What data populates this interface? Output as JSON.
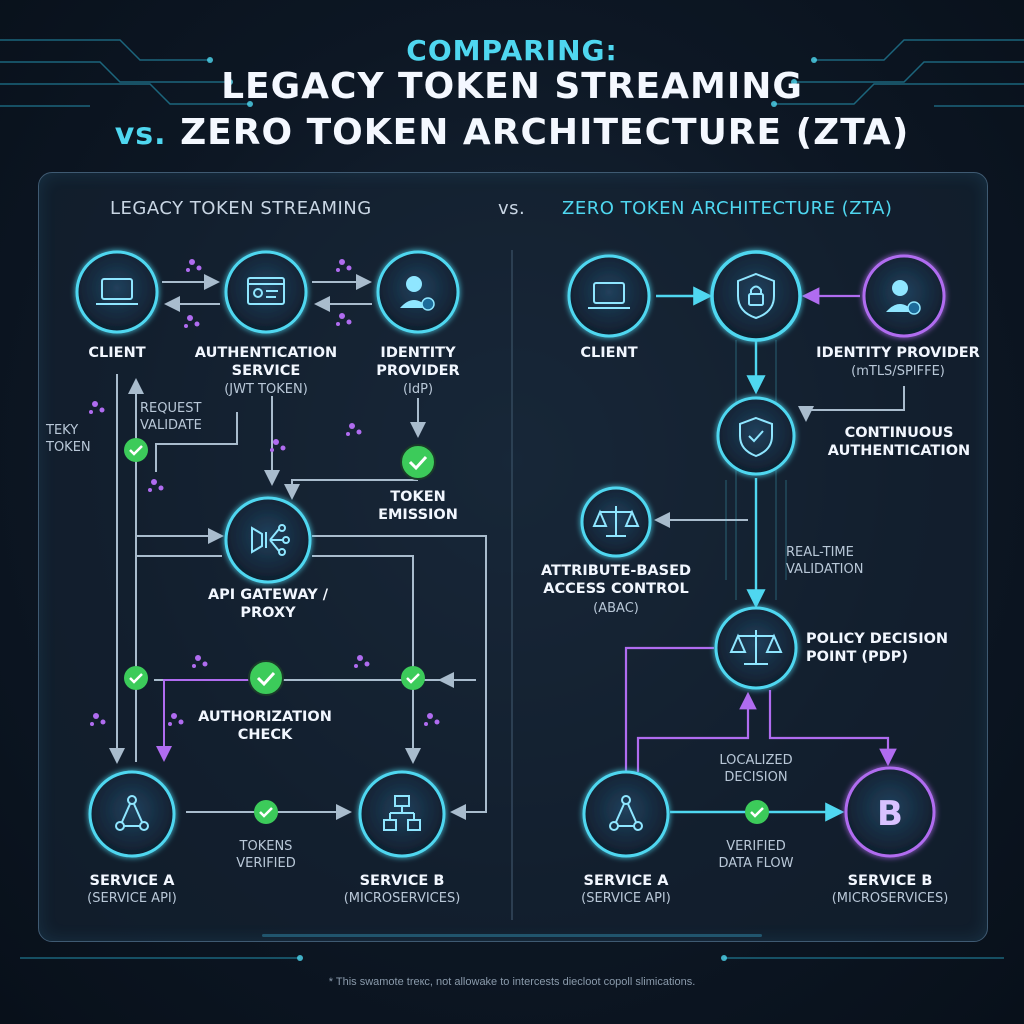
{
  "header": {
    "kicker": "COMPARING:",
    "line1": "LEGACY TOKEN STREAMING",
    "vs": "vs.",
    "line2": "ZERO TOKEN ARCHITECTURE (ZTA)"
  },
  "legacy": {
    "title": "LEGACY TOKEN STREAMING",
    "client": "CLIENT",
    "auth_service": [
      "AUTHENTICATION",
      "SERVICE"
    ],
    "auth_service_sub": "(JWT TOKEN)",
    "idp": [
      "IDENTITY",
      "PROVIDER"
    ],
    "idp_sub": "(IdP)",
    "request_validate": [
      "REQUEST",
      "VALIDATE"
    ],
    "teky_token": [
      "TEKY",
      "TOKEN"
    ],
    "token_emission": [
      "TOKEN",
      "EMISSION"
    ],
    "gateway": [
      "API GATEWAY /",
      "PROXY"
    ],
    "authorization": [
      "AUTHORIZATION",
      "CHECK"
    ],
    "service_a": "SERVICE A",
    "service_a_sub": "(SERVICE API)",
    "service_b": "SERVICE B",
    "service_b_sub": "(MICROSERVICES)",
    "tokens_verified": [
      "TOKENS",
      "VERIFIED"
    ]
  },
  "vs_label": "vs.",
  "zta": {
    "title": "ZERO TOKEN ARCHITECTURE (ZTA)",
    "client": "CLIENT",
    "idp": "IDENTITY PROVIDER",
    "idp_sub": "(mTLS/SPIFFE)",
    "continuous": [
      "CONTINUOUS",
      "AUTHENTICATION"
    ],
    "realtime": [
      "REAL-TIME",
      "VALIDATION"
    ],
    "abac": [
      "ATTRIBUTE-BASED",
      "ACCESS CONTROL"
    ],
    "abac_sub": "(ABAC)",
    "pdp": [
      "POLICY DECISION",
      "POINT (PDP)"
    ],
    "localized": [
      "LOCALIZED",
      "DECISION"
    ],
    "service_a": "SERVICE A",
    "service_a_sub": "(SERVICE API)",
    "service_b": "SERVICE B",
    "service_b_sub": "(MICROSERVICES)",
    "service_b_letter": "B",
    "verified_flow": [
      "VERIFIED",
      "DATA FLOW"
    ]
  },
  "footnote": "* This swamote treкc, not allowake to intercests diecloot copoll slimications.",
  "colors": {
    "cyan": "#4fd7f0",
    "purple": "#b06cf0",
    "green": "#3ccb5a",
    "line": "#9fb3c6"
  }
}
